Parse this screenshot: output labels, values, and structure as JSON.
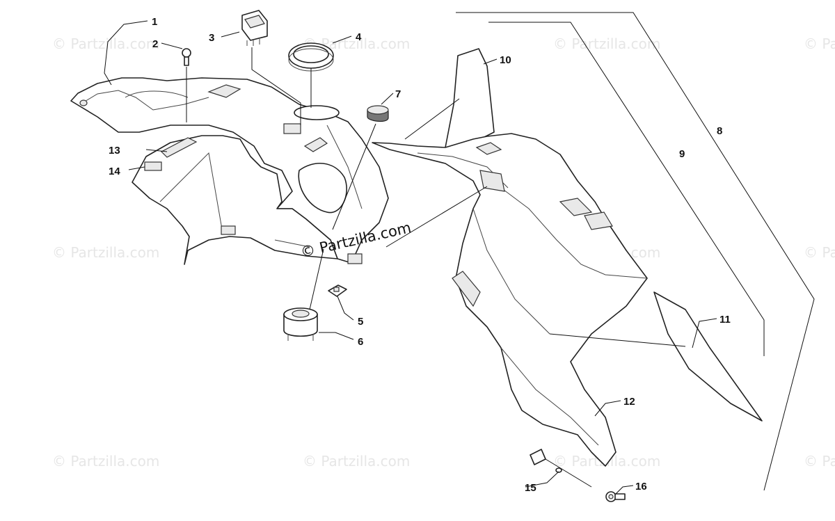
{
  "watermark": {
    "text": "© Partzilla.com",
    "center_text": "© Partzilla.com"
  },
  "callouts": {
    "c1": "1",
    "c2": "2",
    "c3": "3",
    "c4": "4",
    "c5": "5",
    "c6": "6",
    "c7": "7",
    "c8": "8",
    "c9": "9",
    "c10": "10",
    "c11": "11",
    "c12": "12",
    "c13": "13",
    "c14": "14",
    "c15": "15",
    "c16": "16"
  }
}
